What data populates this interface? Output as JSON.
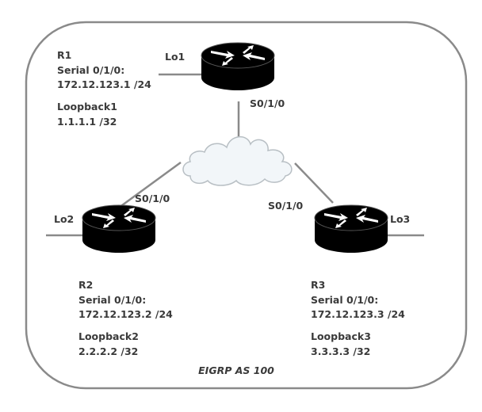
{
  "diagram": {
    "routers": [
      {
        "name": "R1",
        "serial_label": "Serial 0/1/0:",
        "serial_ip": "172.12.123.1 /24",
        "loopback_label": "Loopback1",
        "loopback_ip": "1.1.1.1 /32",
        "lo_port": "Lo1",
        "serial_port": "S0/1/0"
      },
      {
        "name": "R2",
        "serial_label": "Serial 0/1/0:",
        "serial_ip": "172.12.123.2 /24",
        "loopback_label": "Loopback2",
        "loopback_ip": "2.2.2.2 /32",
        "lo_port": "Lo2",
        "serial_port": "S0/1/0"
      },
      {
        "name": "R3",
        "serial_label": "Serial 0/1/0:",
        "serial_ip": "172.12.123.3 /24",
        "loopback_label": "Loopback3",
        "loopback_ip": "3.3.3.3 /32",
        "lo_port": "Lo3",
        "serial_port": "S0/1/0"
      }
    ],
    "caption": "EIGRP AS 100",
    "colors": {
      "border": "#8a8a8a",
      "router": "#000000",
      "cloud_fill": "#f2f6f9",
      "cloud_stroke": "#b8bfc4",
      "text": "#3a3a3a"
    }
  }
}
